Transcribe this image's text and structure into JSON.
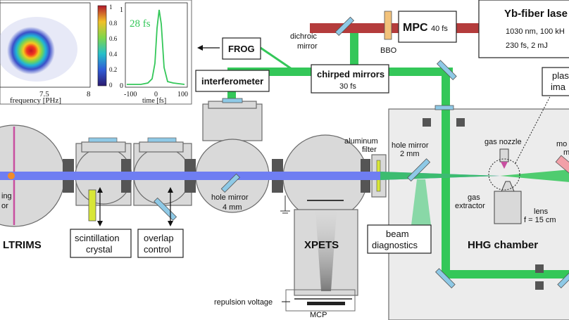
{
  "colors": {
    "green_beam": "#34c759",
    "blue_beam": "#6f7ef2",
    "red_beam": "#b43c3c",
    "chamber_fill": "#d9d9d9",
    "chamber_stroke": "#6b6b6b",
    "optic": "#8ec9e6",
    "bbo": "#f2c27b",
    "filter": "#d8e637"
  },
  "labels": {
    "yb_laser_title": "Yb-fiber lase",
    "yb_line1": "1030 nm, 100 kH",
    "yb_line2": "230 fs, 2 mJ",
    "mpc": "MPC",
    "mpc_fs": "40 fs",
    "bbo": "BBO",
    "dichroic": "dichroic",
    "dichroic2": "mirror",
    "frog": "FROG",
    "interferometer": "interferometer",
    "chirped": "chirped mirrors",
    "chirped_fs": "30 fs",
    "plasma1": "plas",
    "plasma2": "ima",
    "aluminum1": "aluminum",
    "aluminum2": "filter",
    "holemirror2_1": "hole mirror",
    "holemirror2_2": "2 mm",
    "gas_nozzle": "gas nozzle",
    "mirror_right1": "mo",
    "mirror_right2": "m",
    "gas_extractor1": "gas",
    "gas_extractor2": "extractor",
    "lens1": "lens",
    "lens2": "f = 15 cm",
    "hole_mirror4_1": "hole mirror",
    "hole_mirror4_2": "4 mm",
    "beam_diag1": "beam",
    "beam_diag2": "diagnostics",
    "hhg": "HHG chamber",
    "xpets": "XPETS",
    "coltrims": "LTRIMS",
    "scint1": "scintillation",
    "scint2": "crystal",
    "overlap1": "overlap",
    "overlap2": "control",
    "repulsion": "repulsion voltage",
    "mcp": "MCP",
    "left_cut1": "ing",
    "left_cut2": "or"
  },
  "inset": {
    "left_xlabel": "frequency [PHz]",
    "left_ticks": [
      "7.5",
      "8"
    ],
    "colorbar_ticks": [
      "1",
      "0.8",
      "0.6",
      "0.4",
      "0.2",
      "0"
    ],
    "right_xlabel": "time [fs]",
    "right_xticks": [
      "-100",
      "0",
      "100"
    ],
    "right_yticks": [
      "1",
      "0"
    ],
    "pulse_label": "28 fs"
  }
}
